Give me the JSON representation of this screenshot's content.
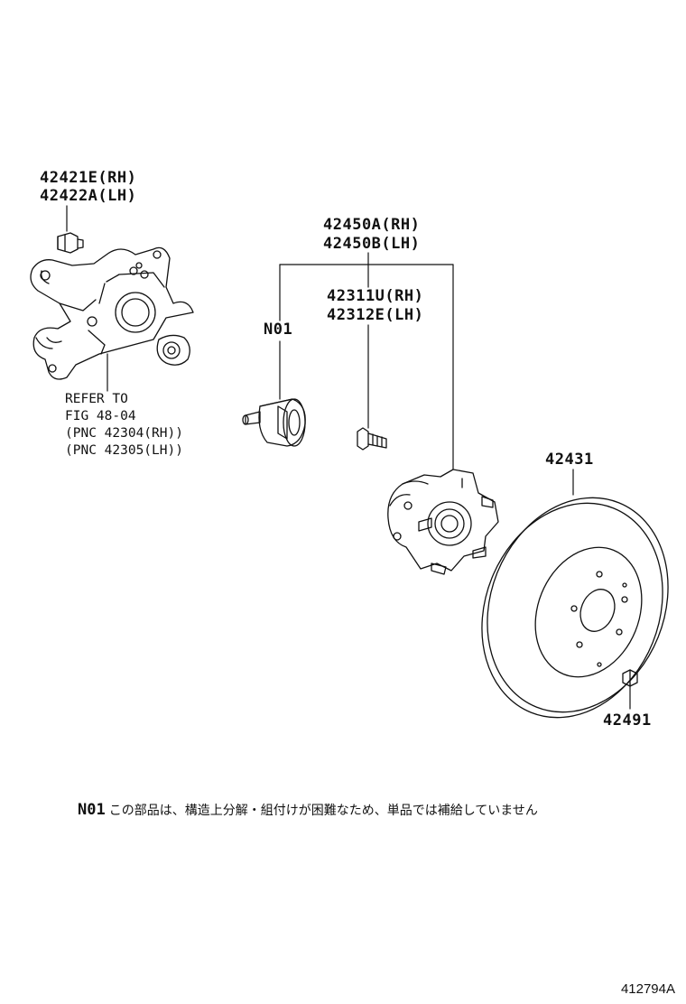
{
  "labels": {
    "knuckle_bolt_rh": "42421E(RH)",
    "knuckle_bolt_lh": "42422A(LH)",
    "hub_assy_rh": "42450A(RH)",
    "hub_assy_lh": "42450B(LH)",
    "hub_bolt_rh": "42311U(RH)",
    "hub_bolt_lh": "42312E(LH)",
    "sensor_part": "N01",
    "disc": "42431",
    "disc_screw": "42491"
  },
  "reference": {
    "line1": "REFER TO",
    "line2": "FIG 48-04",
    "line3": "(PNC 42304(RH))",
    "line4": "(PNC 42305(LH))"
  },
  "note": {
    "tag": "N01",
    "text": "この部品は、構造上分解・組付けが困難なため、単品では補給していません"
  },
  "figure_code": "412794A"
}
